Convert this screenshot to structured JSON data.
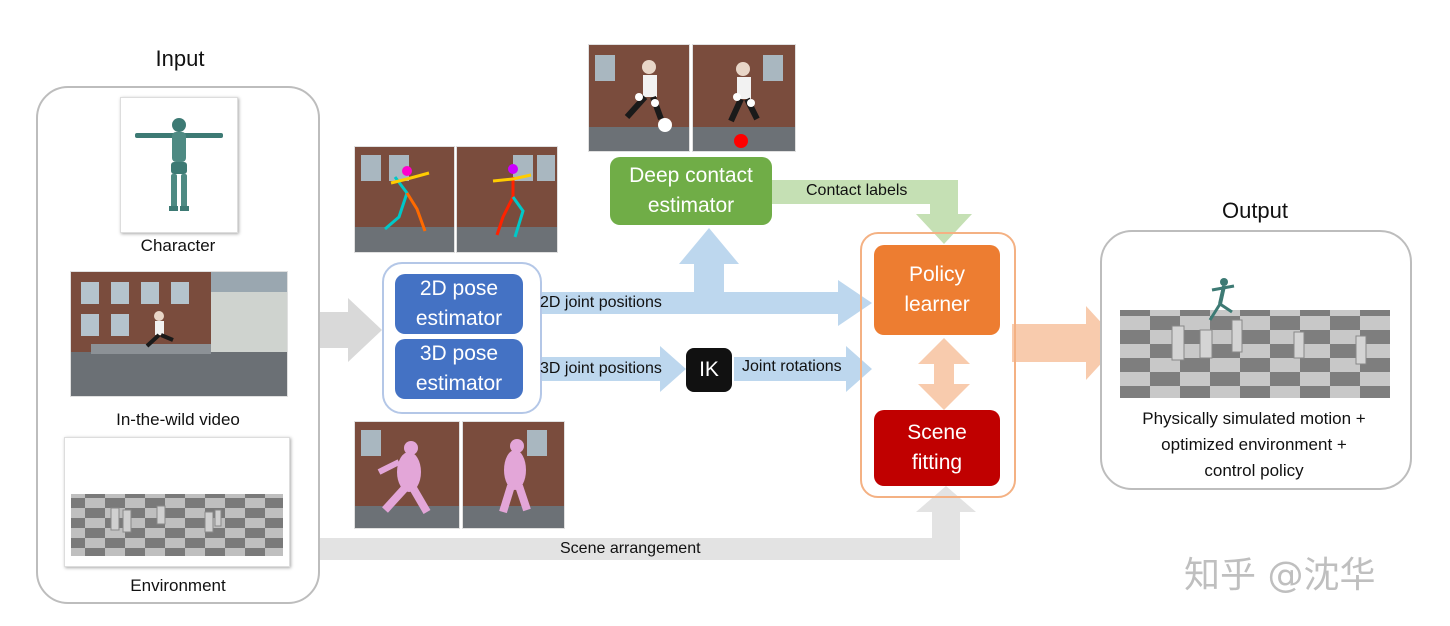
{
  "input": {
    "title": "Input",
    "character_label": "Character",
    "video_label": "In-the-wild video",
    "environment_label": "Environment"
  },
  "output": {
    "title": "Output",
    "caption": "Physically simulated motion +\noptimized environment +\ncontrol policy"
  },
  "blocks": {
    "pose2d": "2D pose\nestimator",
    "pose3d": "3D pose\nestimator",
    "contact": "Deep contact\nestimator",
    "policy": "Policy\nlearner",
    "scene": "Scene\nfitting",
    "ik": "IK"
  },
  "arrows": {
    "joint2d": "2D joint positions",
    "joint3d": "3D joint positions",
    "rotations": "Joint rotations",
    "contact_labels": "Contact labels",
    "scene_arrangement": "Scene arrangement"
  },
  "watermark": "知乎 @沈华",
  "colors": {
    "pose_blue": "#4472c4",
    "contact_green": "#70ad47",
    "policy_orange": "#ed7d31",
    "scene_red": "#c00000",
    "arrow_blue": "#bdd7ee",
    "arrow_green": "#c5e0b4",
    "arrow_orange": "#f8cbad",
    "arrow_gray": "#d9d9d9"
  }
}
